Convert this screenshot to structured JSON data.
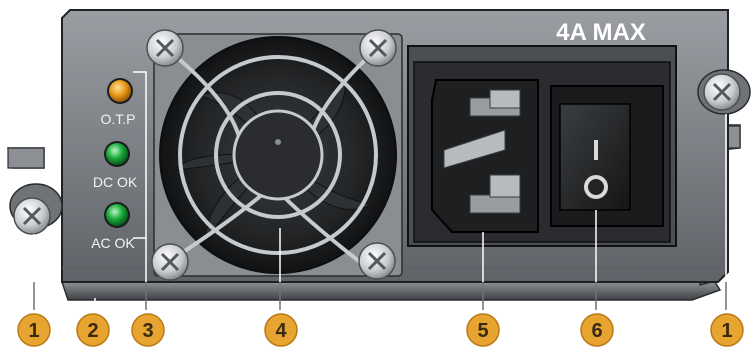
{
  "panel": {
    "rating_label": "4A MAX",
    "leds": [
      {
        "label": "O.T.P",
        "color": "#e89a1a"
      },
      {
        "label": "DC OK",
        "color": "#19a93a"
      },
      {
        "label": "AC OK",
        "color": "#19a93a"
      }
    ],
    "colors": {
      "faceplate": "#7b7f84",
      "callout": "#e8a431",
      "callout_text": "#3a2a10"
    }
  },
  "callouts": [
    {
      "number": "1",
      "target": "left mounting thumbscrew"
    },
    {
      "number": "2",
      "target": "bottom rail"
    },
    {
      "number": "3",
      "target": "status LEDs"
    },
    {
      "number": "4",
      "target": "cooling fan"
    },
    {
      "number": "5",
      "target": "AC power inlet"
    },
    {
      "number": "6",
      "target": "power switch"
    },
    {
      "number": "1",
      "target": "right mounting thumbscrew"
    }
  ]
}
